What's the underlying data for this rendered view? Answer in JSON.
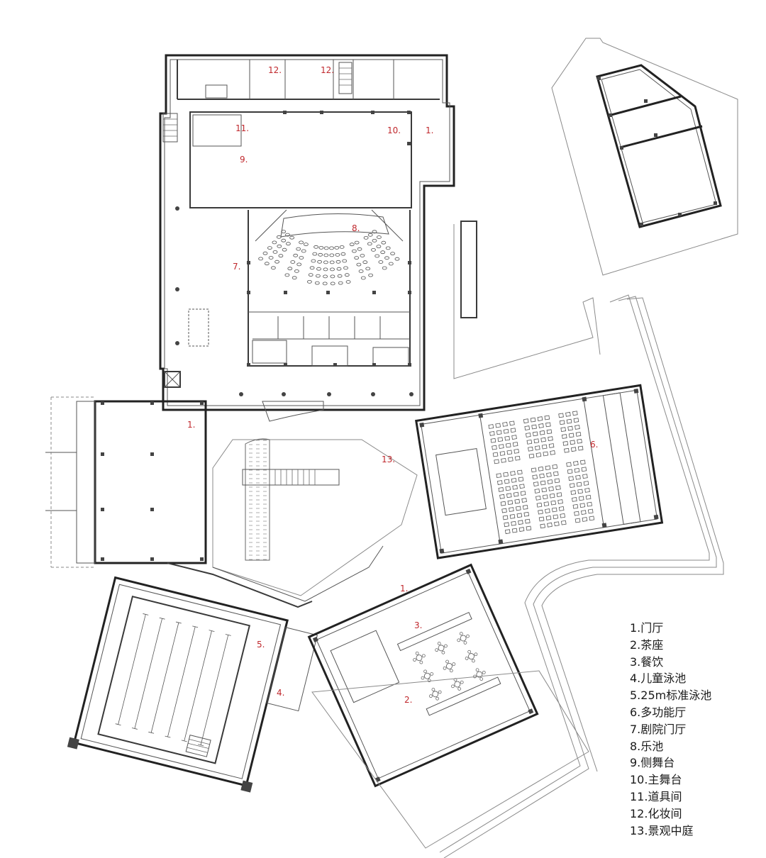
{
  "room_labels": [
    {
      "id": "12a",
      "text": "12."
    },
    {
      "id": "12b",
      "text": "12."
    },
    {
      "id": "11",
      "text": "11."
    },
    {
      "id": "10",
      "text": "10."
    },
    {
      "id": "1a",
      "text": "1."
    },
    {
      "id": "9",
      "text": "9."
    },
    {
      "id": "8",
      "text": "8."
    },
    {
      "id": "7",
      "text": "7."
    },
    {
      "id": "1b",
      "text": "1."
    },
    {
      "id": "13",
      "text": "13."
    },
    {
      "id": "6",
      "text": "6."
    },
    {
      "id": "1c",
      "text": "1."
    },
    {
      "id": "3",
      "text": "3."
    },
    {
      "id": "5",
      "text": "5."
    },
    {
      "id": "4",
      "text": "4."
    },
    {
      "id": "2",
      "text": "2."
    }
  ],
  "legend": [
    "1.门厅",
    "2.茶座",
    "3.餐饮",
    "4.儿童泳池",
    "5.25m标准泳池",
    "6.多功能厅",
    "7.剧院门厅",
    "8.乐池",
    "9.侧舞台",
    "10.主舞台",
    "11.道具间",
    "12.化妆间",
    "13.景观中庭"
  ],
  "colors": {
    "label": "#c0282d",
    "line": "#3a3a3a",
    "legend_text": "#1a1a1a"
  }
}
